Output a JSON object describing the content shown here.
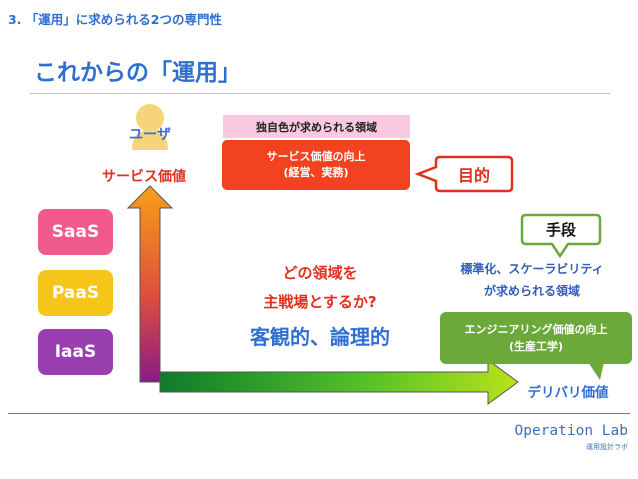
{
  "header": {
    "section_title": "3. 「運用」に求められる2つの専門性",
    "main_title": "これからの「運用」"
  },
  "diagram": {
    "user_label": "ユーザ",
    "service_value_label": "サービス価値",
    "stack": [
      "SaaS",
      "PaaS",
      "IaaS"
    ],
    "unique_domain_tag": "独自色が求められる領域",
    "service_box": {
      "line1": "サービス価値の向上",
      "line2": "(経営、実務)"
    },
    "purpose_label": "目的",
    "question": {
      "line1": "どの領域を",
      "line2": "主戦場とするか?"
    },
    "objective_text": "客観的、論理的",
    "means_label": "手段",
    "standardization": {
      "line1": "標準化、スケーラビリティ",
      "line2": "が求められる領域"
    },
    "engineering_box": {
      "line1": "エンジニアリング価値の向上",
      "line2": "(生産工学)"
    },
    "delivery_label": "デリバリ価値"
  },
  "footer": {
    "brand": "Operation Lab",
    "sub": "運用設計ラボ"
  },
  "colors": {
    "accent_blue": "#2f6fd0",
    "accent_red": "#e0301e",
    "saas": "#f15a8a",
    "paas": "#f5c51a",
    "iaas": "#9a3fb0",
    "service_box": "#f2421f",
    "engineering_box": "#6aa93a",
    "unique_tag": "#f9c9e2"
  }
}
